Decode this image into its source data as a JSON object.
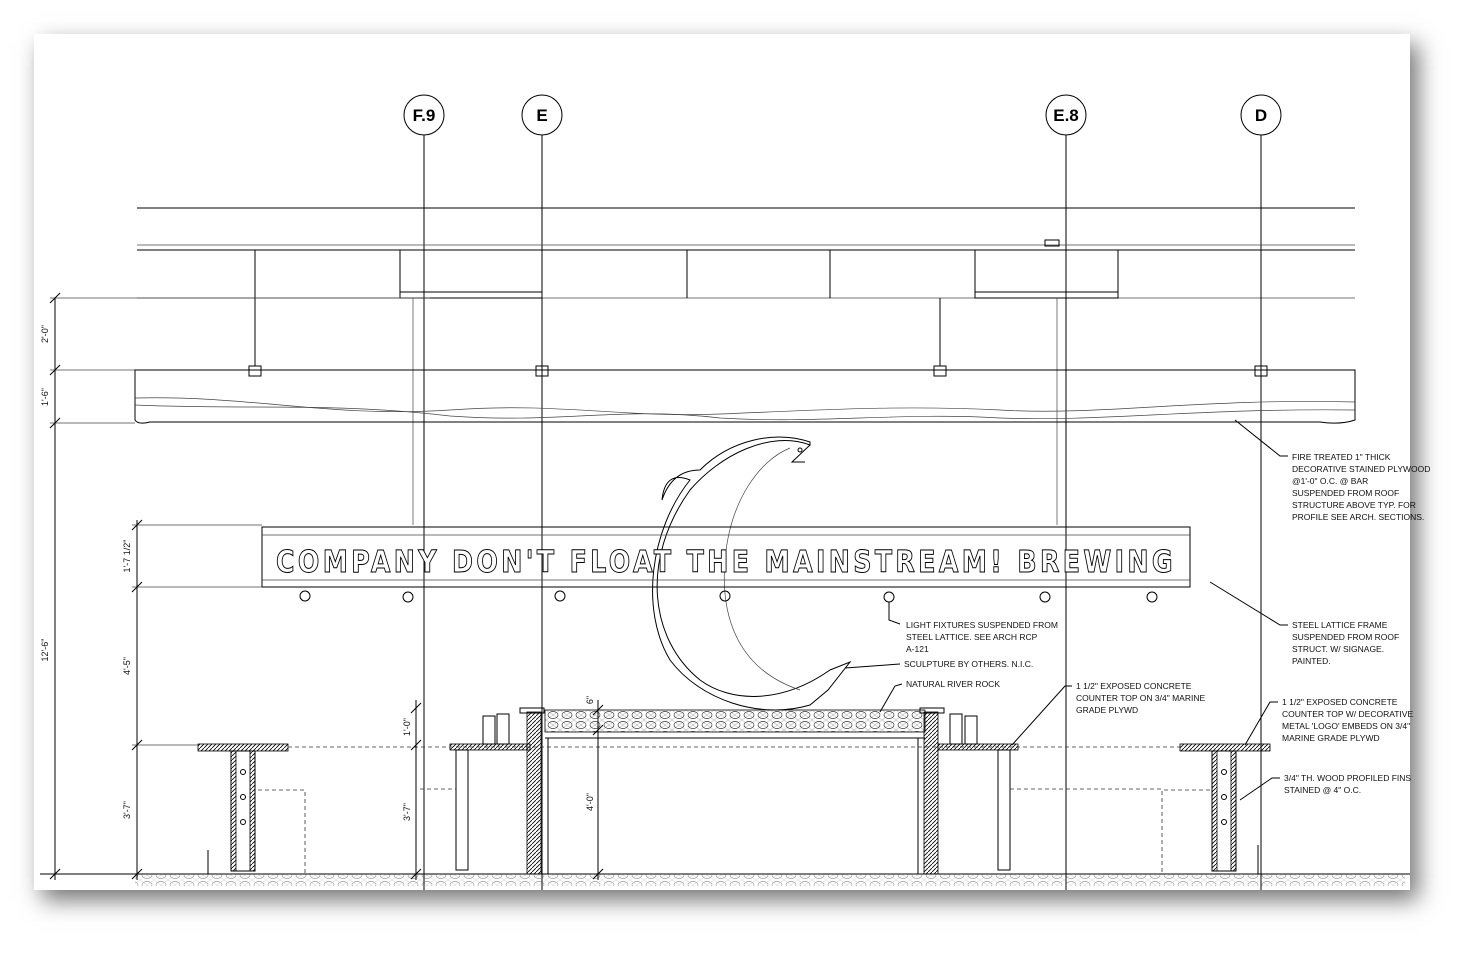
{
  "grid_lines": [
    "F.9",
    "E",
    "E.8",
    "D"
  ],
  "signage": "COMPANY DON'T FLOAT THE MAINSTREAM! BREWING",
  "dimensions": {
    "left_outer": [
      "2'-0\"",
      "1'-6\"",
      "12'-6\""
    ],
    "left_inner": [
      "1'-7 1/2\"",
      "4'-5\"",
      "3'-7\""
    ],
    "center": [
      "1'-0\"",
      "3'-7\"",
      "6\"",
      "4'-0\""
    ]
  },
  "notes": {
    "plywood": [
      "FIRE TREATED 1\" THICK",
      "DECORATIVE STAINED PLYWOOD",
      "@1'-0\" O.C. @ BAR",
      "SUSPENDED FROM ROOF",
      "STRUCTURE ABOVE TYP. FOR",
      "PROFILE SEE ARCH. SECTIONS."
    ],
    "lattice": [
      "STEEL LATTICE FRAME",
      "SUSPENDED FROM ROOF",
      "STRUCT. W/ SIGNAGE.",
      "PAINTED."
    ],
    "lights": [
      "LIGHT FIXTURES SUSPENDED FROM",
      "STEEL LATTICE. SEE ARCH RCP",
      "A-121"
    ],
    "sculpture": [
      "SCULPTURE BY OTHERS. N.I.C."
    ],
    "rock": [
      "NATURAL RIVER ROCK"
    ],
    "counter1": [
      "1 1/2\" EXPOSED CONCRETE",
      "COUNTER TOP ON 3/4\" MARINE",
      "GRADE PLYWD"
    ],
    "counter2": [
      "1 1/2\" EXPOSED CONCRETE",
      "COUNTER TOP W/ DECORATIVE",
      "METAL 'LOGO' EMBEDS ON 3/4\"",
      "MARINE GRADE PLYWD"
    ],
    "fins": [
      "3/4\" TH. WOOD PROFILED FINS",
      "STAINED @ 4\" O.C."
    ]
  }
}
